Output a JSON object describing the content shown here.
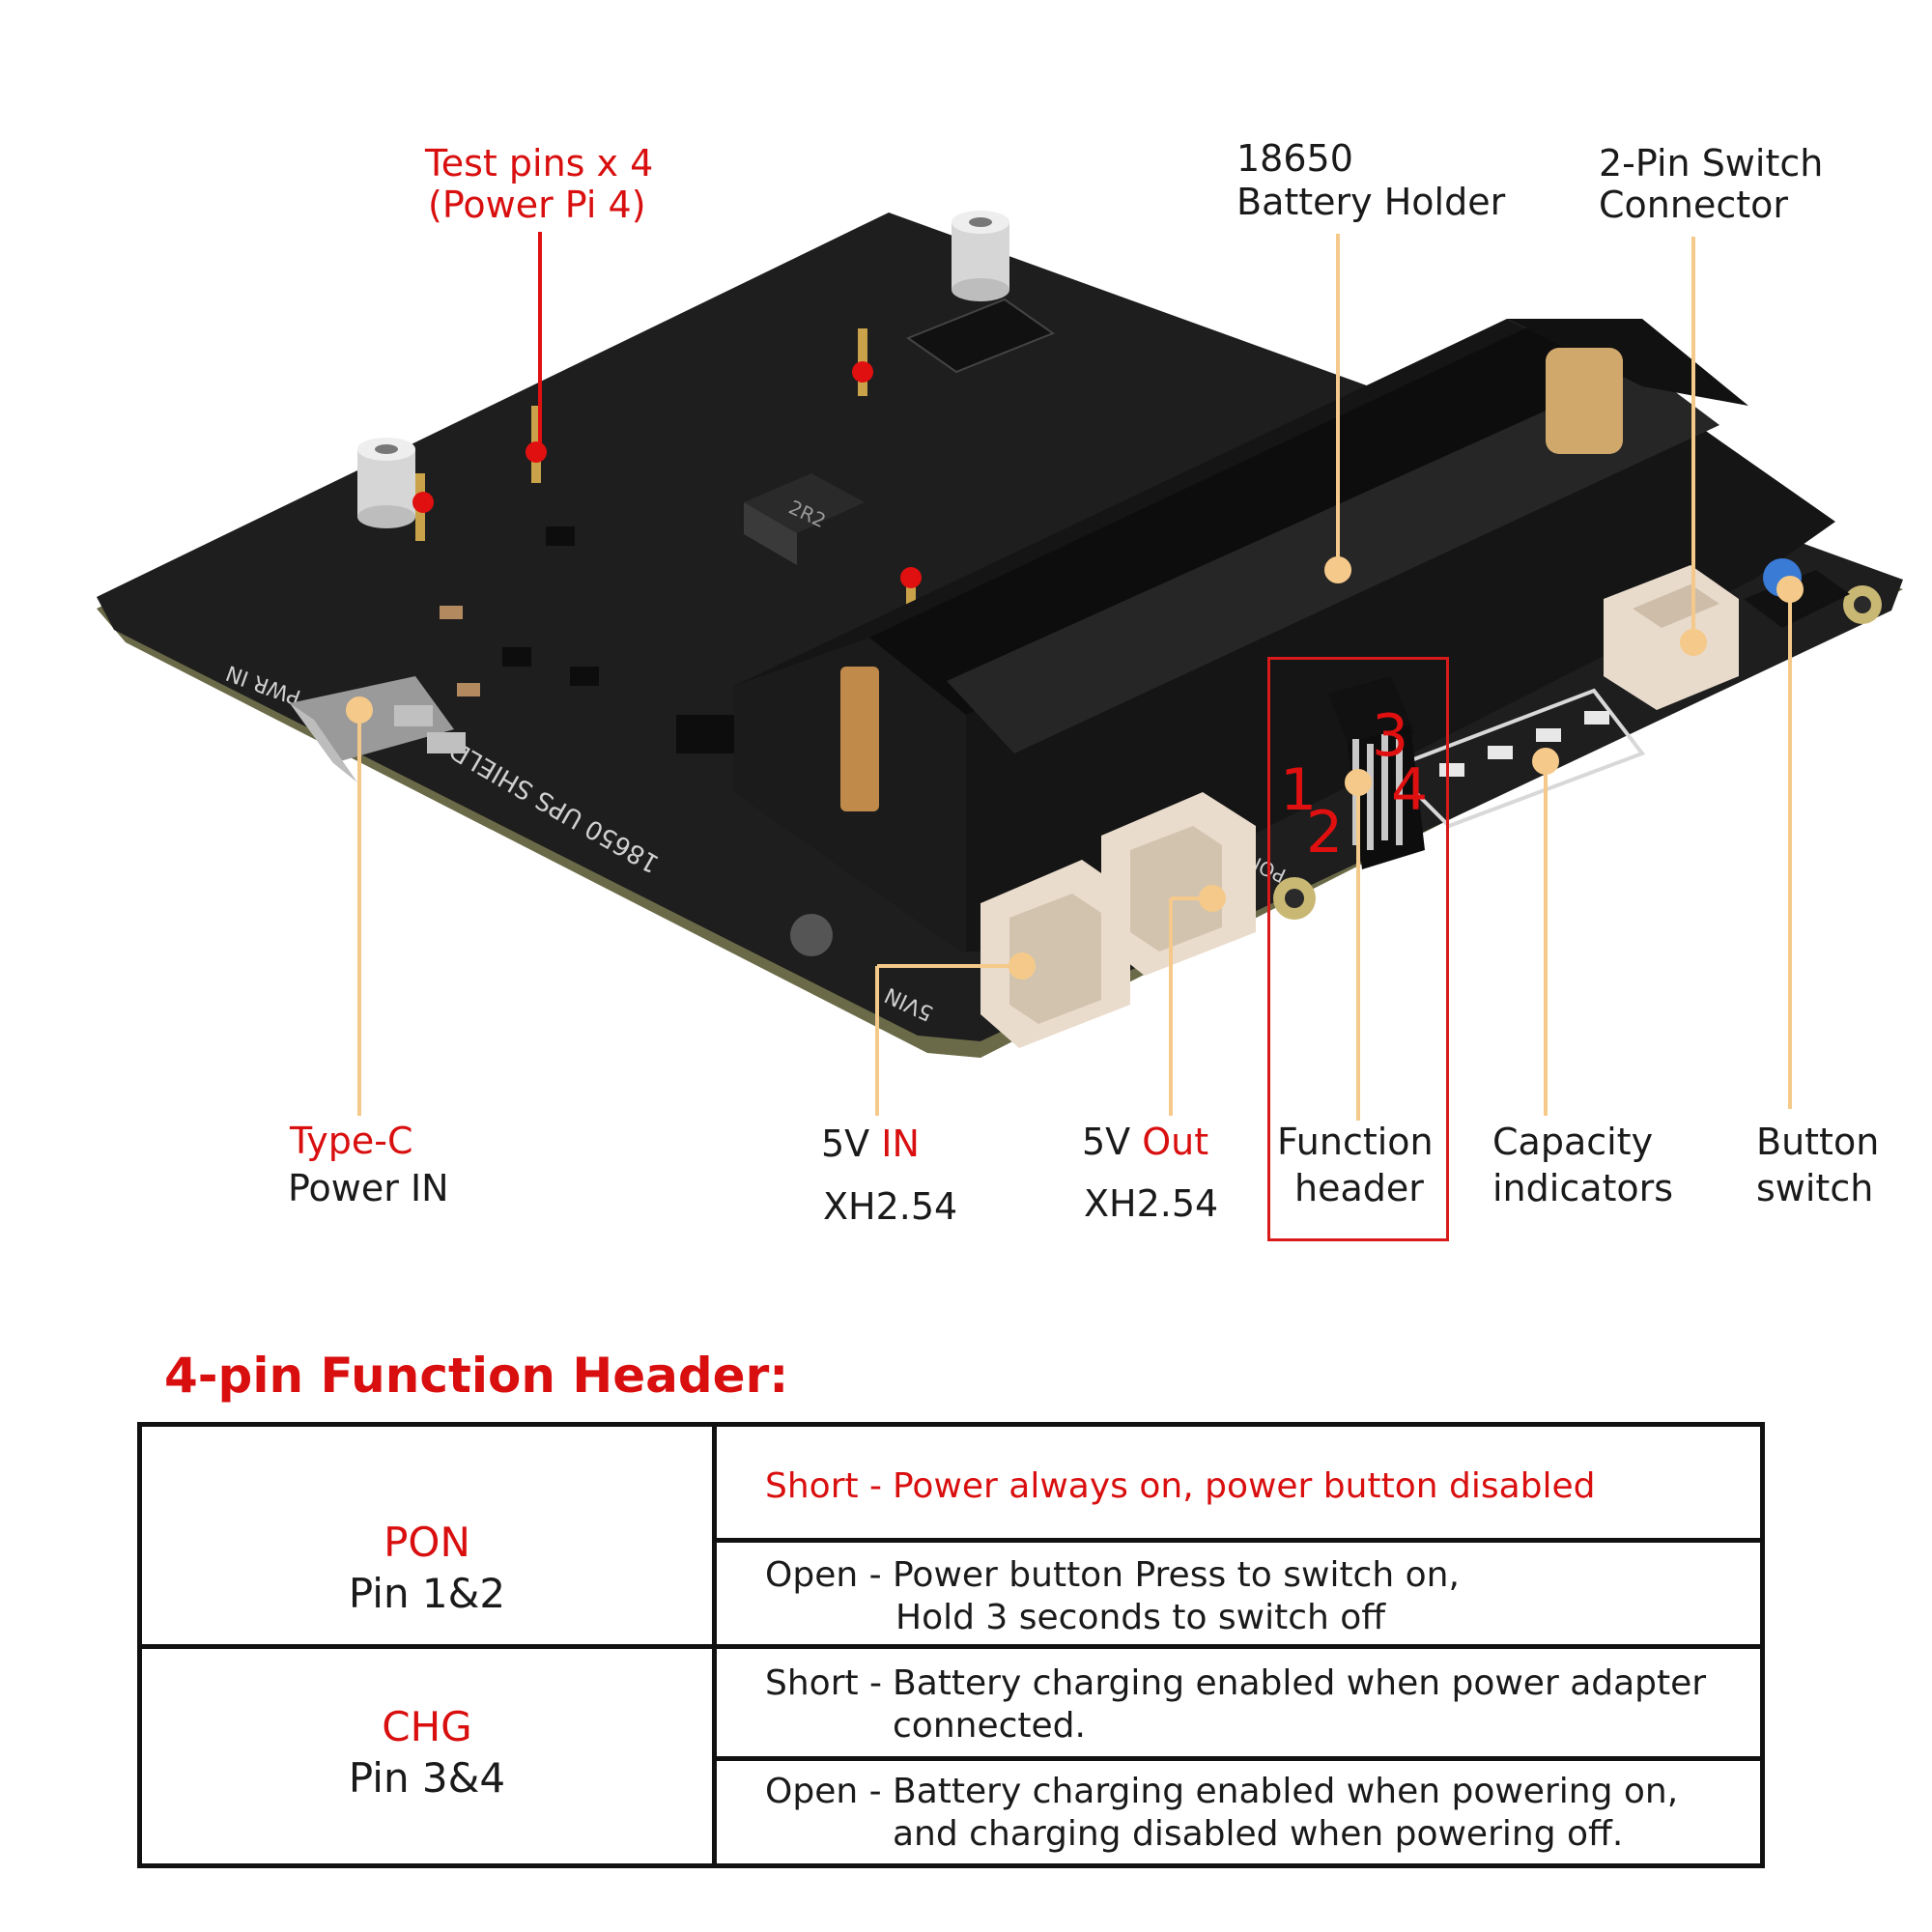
{
  "labels": {
    "test_pins_line1": "Test pins x 4",
    "test_pins_line2": "(Power Pi 4)",
    "battery_holder_line1": "18650",
    "battery_holder_line2": "Battery Holder",
    "switch_connector_line1": "2-Pin Switch",
    "switch_connector_line2": "Connector",
    "typec_line1": "Type-C",
    "typec_line2": "Power IN",
    "vin_prefix": "5V",
    "vin_suffix": "IN",
    "vin_type": "XH2.54",
    "vout_prefix": "5V",
    "vout_suffix": "Out",
    "vout_type": "XH2.54",
    "function_header_line1": "Function",
    "function_header_line2": "header",
    "capacity_line1": "Capacity",
    "capacity_line2": "indicators",
    "button_line1": "Button",
    "button_line2": "switch"
  },
  "board_silkscreen": {
    "pwr_in": "PWR IN",
    "shield_name": "18650 UPS SHIELD",
    "vin": "5VIN",
    "pon": "PON",
    "inductor": "2R2"
  },
  "pin_numbers": [
    "1",
    "2",
    "3",
    "4"
  ],
  "table": {
    "title": "4-pin Function Header:",
    "groups": [
      {
        "name": "PON",
        "pins": "Pin 1&2",
        "rows": [
          {
            "state": "Short -",
            "desc_line1": "Power always on, power button disabled",
            "desc_line2": "",
            "highlight": true
          },
          {
            "state": "Open -",
            "desc_line1": "Power button Press to switch on,",
            "desc_line2": "Hold 3 seconds to switch off",
            "highlight": false
          }
        ]
      },
      {
        "name": "CHG",
        "pins": "Pin 3&4",
        "rows": [
          {
            "state": "Short -",
            "desc_line1": "Battery charging enabled when power adapter",
            "desc_line2": "connected.",
            "highlight": false
          },
          {
            "state": "Open -",
            "desc_line1": "Battery charging enabled when powering on,",
            "desc_line2": "and charging disabled when powering off.",
            "highlight": false
          }
        ]
      }
    ]
  },
  "colors": {
    "accent_red": "#d90f0f",
    "leader_line": "#f5c98a",
    "board": "#1c1c1c",
    "board_edge": "#5c5a3c"
  }
}
